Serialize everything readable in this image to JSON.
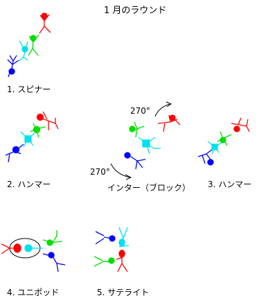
{
  "title": "1 月のラウンド",
  "colors": {
    "red": "#ff0000",
    "green": "#00dd00",
    "cyan": "#00e0ee",
    "blue": "#0000ff",
    "line": "#000000"
  },
  "formations": [
    {
      "label": "1. スピナー"
    },
    {
      "label": "2. ハンマー"
    },
    {
      "label": "3. ハンマー"
    },
    {
      "label": "4. ユニポッド"
    },
    {
      "label": "5. サテライト"
    }
  ],
  "inter": {
    "label": "インター（ブロック）",
    "rotation_top": "270°",
    "rotation_bottom": "270°"
  }
}
